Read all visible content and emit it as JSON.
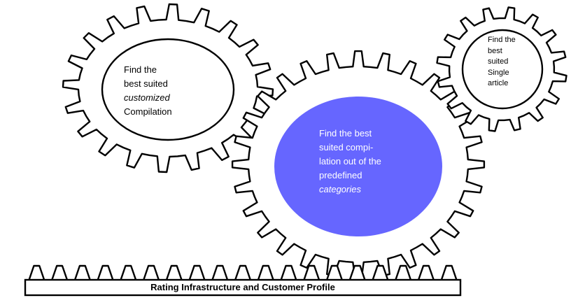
{
  "gears": {
    "left": {
      "lines": [
        "Find the",
        "best suited",
        "customized",
        "Compilation"
      ],
      "fill": "#ffffff"
    },
    "center": {
      "lines": [
        "Find the best",
        "suited compi-",
        "lation out of the",
        "predefined",
        "categories"
      ],
      "fill": "#6666ff"
    },
    "right": {
      "lines": [
        "Find the",
        "best",
        "suited",
        "Single",
        "article"
      ],
      "fill": "#ffffff"
    }
  },
  "rack": {
    "label": "Rating Infrastructure and Customer Profile"
  },
  "colors": {
    "stroke": "#000000",
    "background": "#ffffff",
    "accent": "#6666ff"
  }
}
